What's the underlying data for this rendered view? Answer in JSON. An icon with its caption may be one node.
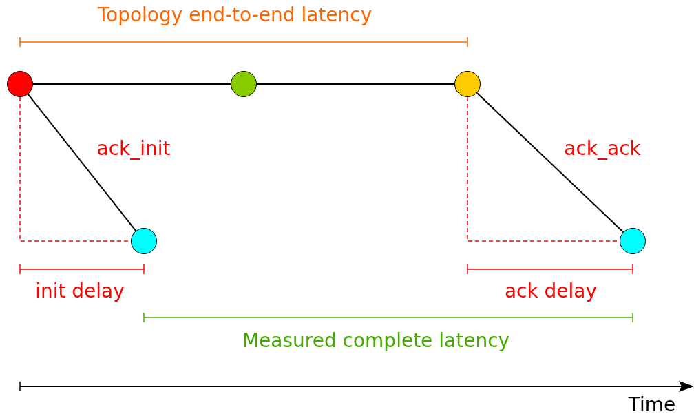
{
  "diagram": {
    "nodes": [
      {
        "text": [],
        "shape": "circle"
      },
      {
        "text": [],
        "shape": "circle"
      },
      {
        "text": [],
        "shape": "circle"
      },
      {
        "text": [],
        "shape": "circle"
      },
      {
        "text": [],
        "shape": "circle"
      }
    ],
    "edges": [
      {
        "from": 0,
        "to": 1,
        "arrow": "none"
      },
      {
        "from": 1,
        "to": 2,
        "arrow": "none"
      },
      {
        "from": 0,
        "to": 3,
        "arrow": "none",
        "label": "ack_init"
      },
      {
        "from": 2,
        "to": 4,
        "arrow": "none",
        "label": "ack_ack"
      },
      {
        "from": 0,
        "to": 3,
        "arrow": "none",
        "style": "dashed",
        "color": "#ff0000"
      },
      {
        "from": 2,
        "to": 4,
        "arrow": "none",
        "style": "dashed",
        "color": "#ff0000"
      }
    ],
    "labels": [
      "Topology end-to-end latency",
      "init delay",
      "ack delay",
      "Measured complete latency",
      "Time"
    ]
  }
}
